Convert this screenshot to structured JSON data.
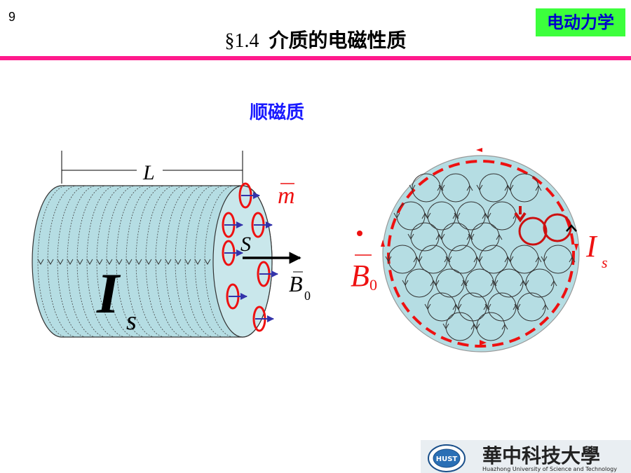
{
  "slide": {
    "page_number": "9",
    "section_number": "§1.4",
    "title": "介质的电磁性质",
    "course_badge": "电动力学",
    "subtitle": "顺磁质"
  },
  "figure": {
    "length_label": "L",
    "current_label_main": "I",
    "current_label_sub": "s",
    "area_label": "S",
    "field_label_main": "B",
    "field_label_sub": "0",
    "moment_label": "m",
    "right_field_label_main": "B",
    "right_field_label_sub": "0",
    "right_current_label_main": "I",
    "right_current_label_sub": "s"
  },
  "footer": {
    "university_cn": "華中科技大學",
    "university_en": "Huazhong University of Science and Technology"
  },
  "colors": {
    "accent_rule": "#ff1a8c",
    "badge_bg": "#3cff3c",
    "badge_text": "#0000cc",
    "subtitle": "#1a1aff",
    "cylinder_fill": "#b5dde3",
    "current_red": "#ee1111",
    "arrow_blue": "#3333aa"
  }
}
